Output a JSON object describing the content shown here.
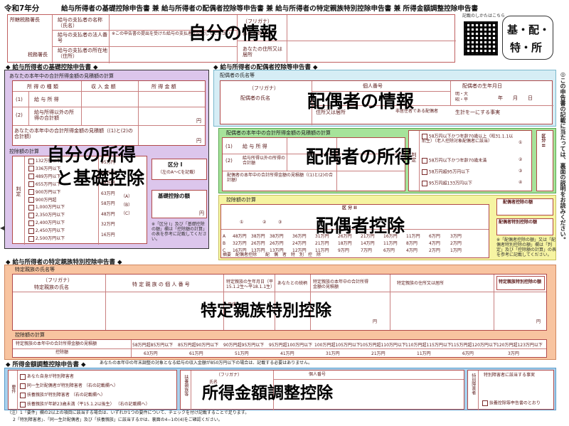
{
  "header": {
    "year": "令和7年分",
    "form_title": "給与所得者の基礎控除申告書 兼 給与所得者の配偶者控除等申告書 兼 給与所得者の特定親族特別控除申告書 兼 所得金額調整控除申告書",
    "qr_note": "記載のしかたはこちら",
    "corner_badge_line1": "基・配・",
    "corner_badge_line2": "特・所"
  },
  "employer_block": {
    "office_label": "所轄税務署長",
    "tax_office_label": "税務署長",
    "row1_label": "給与の支払者の名称（氏名）",
    "row2_label": "給与の支払者の法人番号",
    "row3_label": "給与の支払者の所在地（住所）",
    "row2_note": "※この申告書の提出を受けた給与の支払者が記載してください。",
    "furigana": "（フリガナ）",
    "name_label": "あなたの氏名",
    "address_label": "あなたの住所又は居所"
  },
  "sections": {
    "basic": "◆ 給与所得者の基礎控除申告書 ◆",
    "spouse": "◆ 給与所得者の配偶者控除等申告書 ◆",
    "relative": "◆ 給与所得者の特定親族特別控除申告書 ◆",
    "adjustment": "◆ 所得金額調整控除申告書 ◆"
  },
  "basic_form": {
    "income_estimate_title": "あなたの本年中の合計所得金額の見積額の計算",
    "col_type": "所 得 の 種 類",
    "col_income": "収 入 金 額",
    "col_amount": "所 得 金 額",
    "row1": "給 与 所 得",
    "row2": "給与所得以外の所得の合計額",
    "total_label": "あなたの本年中の合計所得金額の見積額（(1)と(2)の合計額）",
    "yen": "円",
    "deduction_calc_title": "控除額の計算",
    "brackets": [
      "132万円以下",
      "336万円以下",
      "489万円以下",
      "655万円以下",
      "900万円以下",
      "900万円超",
      "1,000万円以下",
      "2,350万円以下",
      "2,400万円以下",
      "2,450万円以下",
      "2,500万円以下"
    ],
    "brackets_right": [
      "95万円",
      "88万円",
      "68万円",
      "63万円",
      "58万円",
      "48万円",
      "32万円",
      "16万円"
    ],
    "judge_a": "（A）",
    "judge_b": "（B）",
    "judge_c": "（C）",
    "judge_label": "判定",
    "category_label": "区分 I",
    "category_note": "（左のA〜Cを記載）",
    "basic_deduction_label": "基礎控除の額",
    "note": "※「区分 I」及び「基礎控除の額」欄は「控除額の計算」の表を参考に記載してください。"
  },
  "spouse_form": {
    "employer_name": "配偶者の氏名等",
    "furigana": "（フリガナ）",
    "name_label": "配偶者の氏名",
    "number_label": "個人番号",
    "birth_label": "配偶者の生年月日",
    "eras": [
      "明・大",
      "昭・平"
    ],
    "ymd": "年　　月　　日",
    "address_label": "住所又は居所",
    "nonresident": "非居住者である配偶者",
    "same_living": "生計を一にする事実",
    "income_title": "配偶者の本年中の合計所得金額の見積額の計算",
    "row1": "給 与 所 得",
    "row2": "給与所得以外の所得の合計額",
    "total_label": "配偶者の本年中の合計所得金額の見積額（(1)と(2)の合計額）",
    "judge": "判定",
    "judge_options": [
      "58万円以下かつ年齢70歳以上（昭31.1.1以前生）（老人控除対象配偶者に該当）",
      "58万円以下かつ年齢70歳未満",
      "58万円超95万円以下",
      "95万円超133万円以下"
    ],
    "judge_marks": [
      "①",
      "②",
      "③",
      "④"
    ],
    "category2": "区分 II",
    "spouse_deduction": "配偶者控除の額",
    "spouse_special": "配偶者特別控除の額",
    "calc_title": "控除額の計算",
    "category2_header": "区 分 II",
    "area_bottom": "摘要　配偶者控除　　配　偶　者　特　別　控　除",
    "grid_rows": [
      [
        "A",
        "48万円",
        "38万円",
        "38万円",
        "36万円",
        "31万円",
        "26万円",
        "21万円",
        "16万円",
        "11万円",
        "6万円",
        "3万円"
      ],
      [
        "B",
        "32万円",
        "26万円",
        "26万円",
        "24万円",
        "21万円",
        "18万円",
        "14万円",
        "11万円",
        "8万円",
        "4万円",
        "2万円"
      ],
      [
        "C",
        "16万円",
        "13万円",
        "13万円",
        "12万円",
        "11万円",
        "9万円",
        "7万円",
        "6万円",
        "4万円",
        "2万円",
        "1万円"
      ]
    ],
    "income_cols": [
      "①",
      "②",
      "③"
    ],
    "note": "※「配偶者控除の額」又は「配偶者特別控除の額」欄は「判定」及び「控除額の計算」の表を参考に記載してください。"
  },
  "relative_form": {
    "title": "特定親族の氏名等",
    "name_label": "特定親族の氏名",
    "furigana": "（フリガナ）",
    "number_label": "特 定 親 族 の 個 人 番 号",
    "birth_label": "特定親族の生年月日（平15.1.2生〜平18.1.1生）",
    "relation_label": "あなたとの続柄",
    "income_label": "特定親族の本年中の合計所得金額の見積額",
    "address_label": "特定親族の住所又は居所",
    "deduction_col": "特定親族特別控除の額",
    "era": "平成",
    "yen": "円",
    "calc_title": "控除額の計算",
    "calc_row_label": "特定親族の本年中の合計所得金額の見積額",
    "calc_deduct_label": "控除額",
    "brackets": [
      "58万円超85万円以下",
      "85万円超90万円以下",
      "90万円超95万円以下",
      "95万円超100万円以下",
      "100万円超105万円以下",
      "105万円超110万円以下",
      "110万円超115万円以下",
      "115万円超120万円以下",
      "120万円超123万円以下"
    ],
    "amounts": [
      "63万円",
      "61万円",
      "51万円",
      "41万円",
      "31万円",
      "21万円",
      "11万円",
      "6万円",
      "3万円"
    ]
  },
  "adjustment_form": {
    "note_top": "あなたの本年中の年末調整の対象となる給与の収入金額が850万円以下の場合は、記載する必要はありません。",
    "requirement_label": "要件",
    "requirements": [
      "あなた自身が特別障害者",
      "同一生計配偶者が特別障害者",
      "扶養親族が特別障害者",
      "扶養親族が年齢23歳未満（平15.1.2以後生）"
    ],
    "requirement_suffix": [
      "",
      "（右の記載欄へ）",
      "（右の記載欄へ）",
      "（右の記載欄へ）"
    ],
    "person_label": "扶養親族等",
    "furigana": "（フリガナ）",
    "name_label": "氏名",
    "number_label": "個人番号",
    "special_label": "特別障害者",
    "special_fact": "特別障害者に該当する事実",
    "dependency_note": "扶養控除等申告書のとおり",
    "footnotes": [
      "（注）1「要件」欄の2以上の項目に該当する場合は、いずれか1つの要件について、チェックを付け記載することで足ります。",
      "2「特別障害者」、「同一生計配偶者」及び「扶養親族」に該当するかは、裏面の4−1の(4)をご確認ください。"
    ]
  },
  "side_note": "◎この申告書の記載に当たっては、裏面の説明をお読みください。",
  "overlays": {
    "own_info": "自分の情報",
    "own_income_line1": "自分の所得",
    "own_income_line2": "と基礎控除",
    "spouse_info": "配偶者の情報",
    "spouse_income": "配偶者の所得",
    "spouse_deduction": "配偶者控除",
    "relative_deduction": "特定親族特別控除",
    "income_adjustment": "所得金額調整控除"
  }
}
